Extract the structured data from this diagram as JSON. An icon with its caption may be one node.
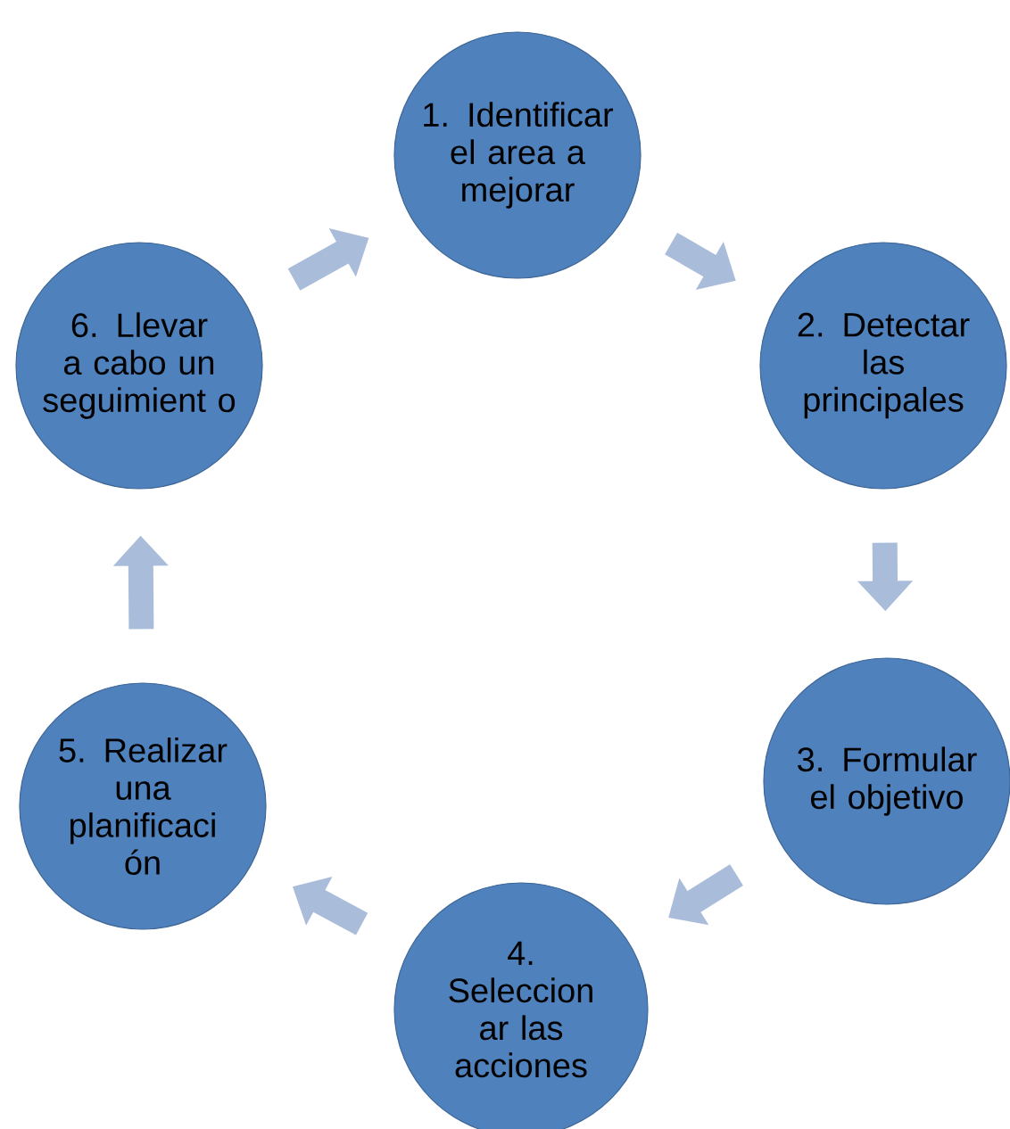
{
  "diagram": {
    "nodes": [
      {
        "text": [
          "1. Identificar el area a mejorar"
        ]
      },
      {
        "text": [
          "2. Detectar las principales"
        ]
      },
      {
        "text": [
          "3. Formular el objetivo"
        ]
      },
      {
        "text": [
          "4. Seleccion ar las acciones"
        ]
      },
      {
        "text": [
          "5. Realizar una planificaci ón"
        ]
      },
      {
        "text": [
          "6. Llevar a cabo un seguimient o"
        ]
      }
    ],
    "edges": [
      {
        "from": 0,
        "to": 1,
        "arrow": "to"
      },
      {
        "from": 1,
        "to": 2,
        "arrow": "to"
      },
      {
        "from": 2,
        "to": 3,
        "arrow": "to"
      },
      {
        "from": 3,
        "to": 4,
        "arrow": "to"
      },
      {
        "from": 4,
        "to": 5,
        "arrow": "to"
      },
      {
        "from": 5,
        "to": 0,
        "arrow": "to"
      }
    ]
  }
}
